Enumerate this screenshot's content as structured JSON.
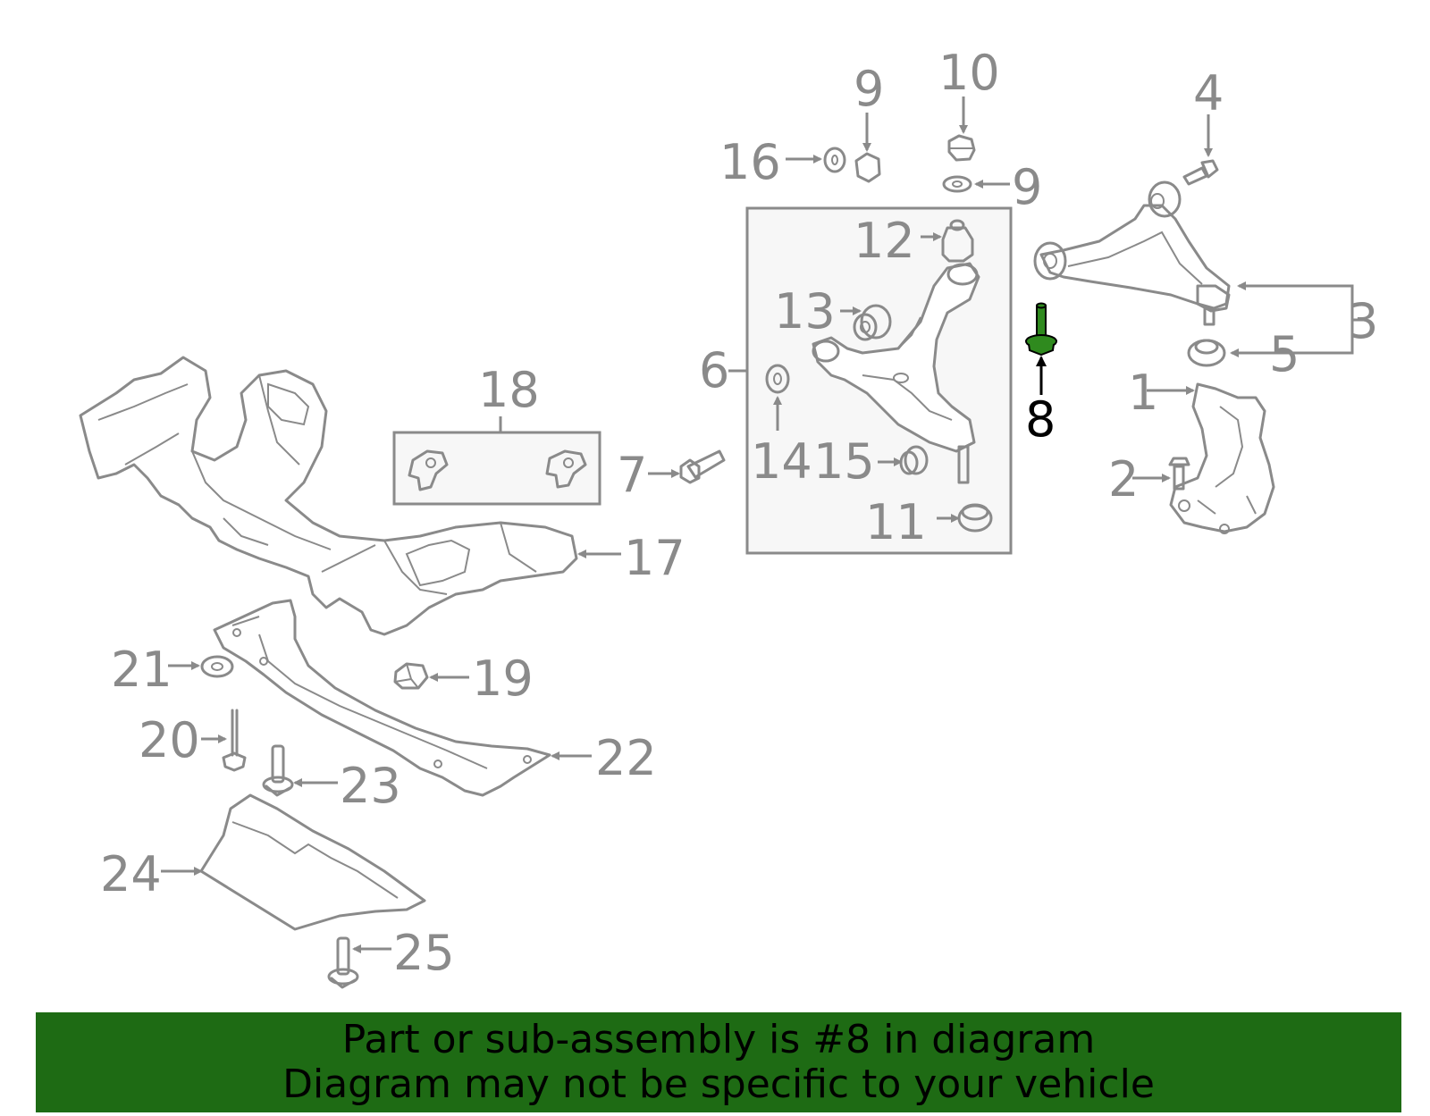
{
  "labels": {
    "l1": "1",
    "l2": "2",
    "l3": "3",
    "l4": "4",
    "l5": "5",
    "l6": "6",
    "l7": "7",
    "l8": "8",
    "l9a": "9",
    "l9b": "9",
    "l10": "10",
    "l11": "11",
    "l12": "12",
    "l13": "13",
    "l14": "14",
    "l15": "15",
    "l16": "16",
    "l17": "17",
    "l18": "18",
    "l19": "19",
    "l20": "20",
    "l21": "21",
    "l22": "22",
    "l23": "23",
    "l24": "24",
    "l25": "25"
  },
  "highlight": {
    "part_number": "8",
    "color": "#1e6b14"
  },
  "banner": {
    "line1": "Part or sub-assembly is #8 in diagram",
    "line2": "Diagram may not be specific to your vehicle",
    "background": "#1e6b14"
  }
}
